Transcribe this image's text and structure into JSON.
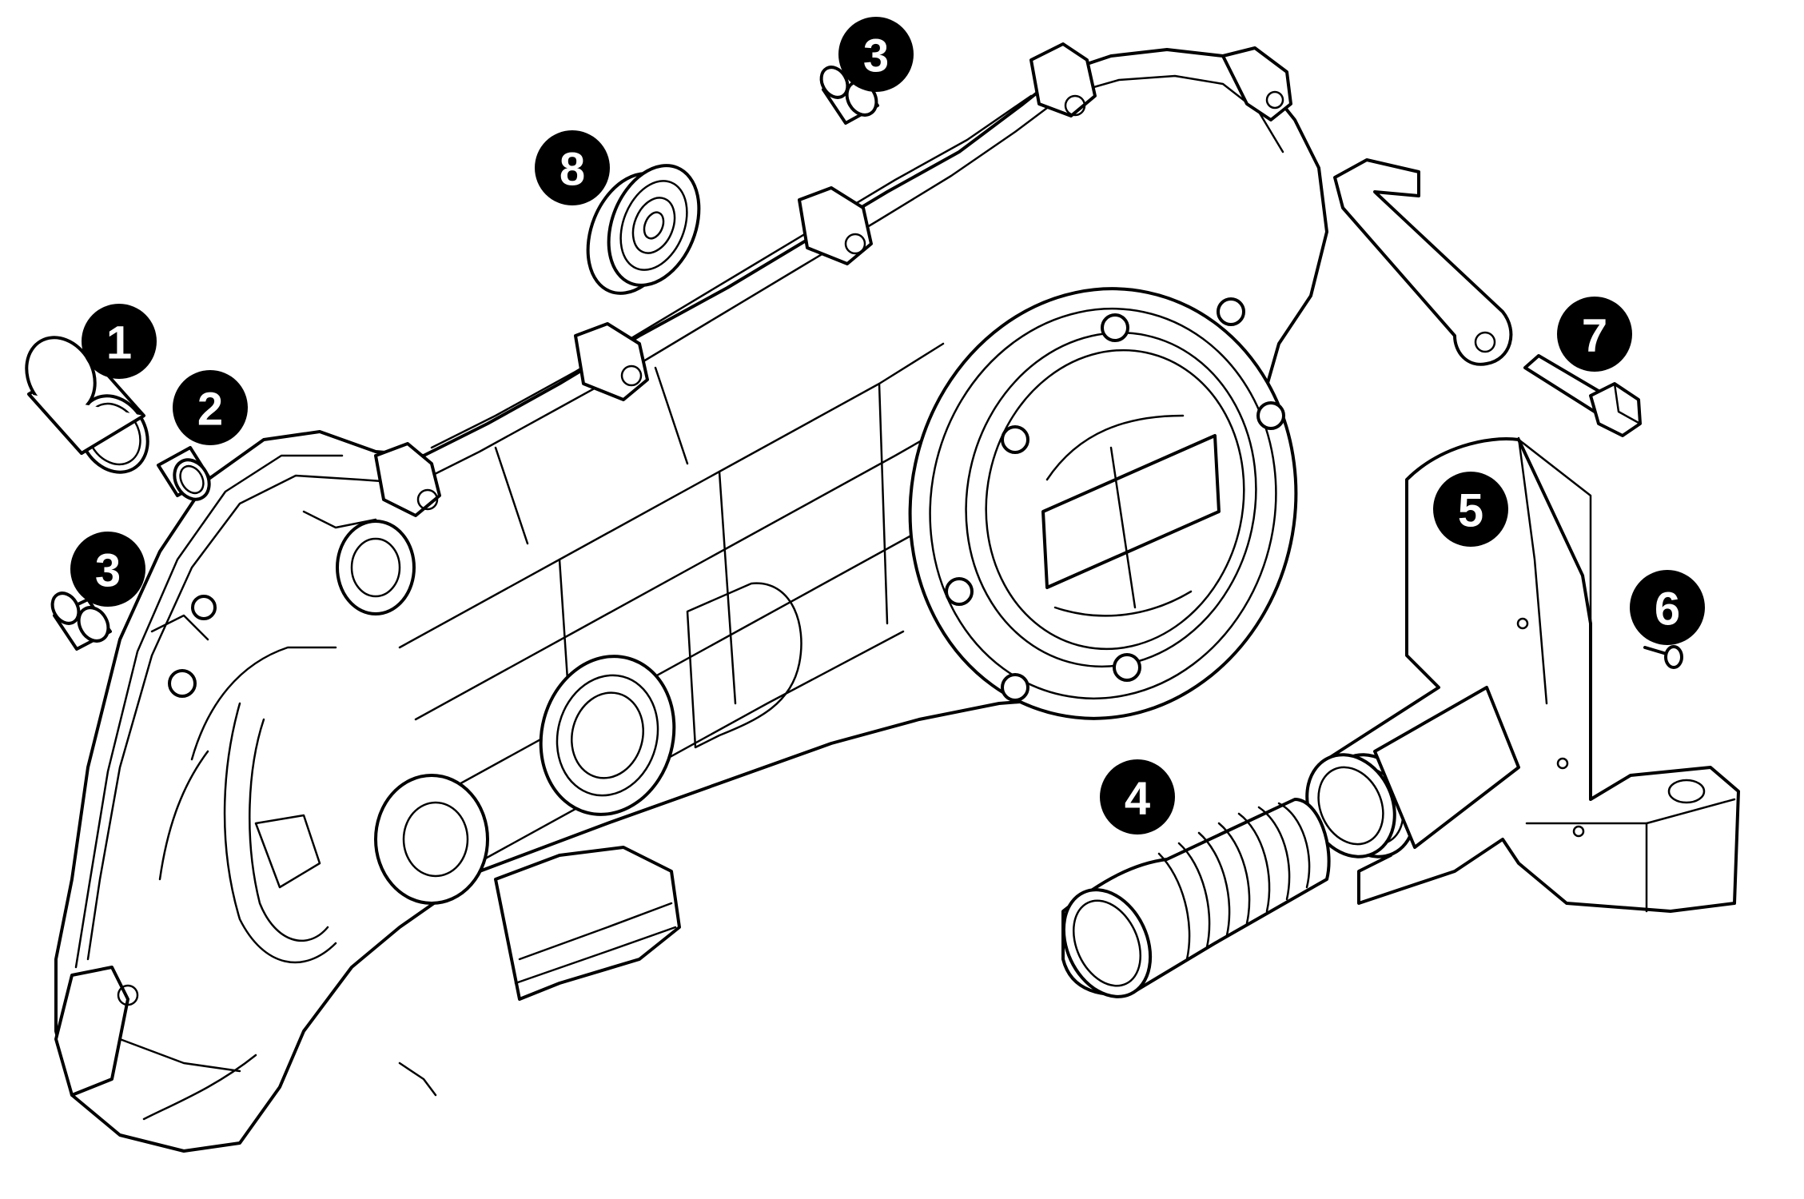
{
  "callouts": [
    {
      "id": "1",
      "label": "1",
      "color": "#000000"
    },
    {
      "id": "2",
      "label": "2",
      "color": "#000000"
    },
    {
      "id": "3a",
      "label": "3",
      "color": "#000000"
    },
    {
      "id": "3b",
      "label": "3",
      "color": "#000000"
    },
    {
      "id": "4",
      "label": "4",
      "color": "#000000"
    },
    {
      "id": "5",
      "label": "5",
      "color": "#000000"
    },
    {
      "id": "6",
      "label": "6",
      "color": "#000000"
    },
    {
      "id": "7",
      "label": "7",
      "color": "#000000"
    },
    {
      "id": "8",
      "label": "8",
      "color": "#000000"
    }
  ]
}
